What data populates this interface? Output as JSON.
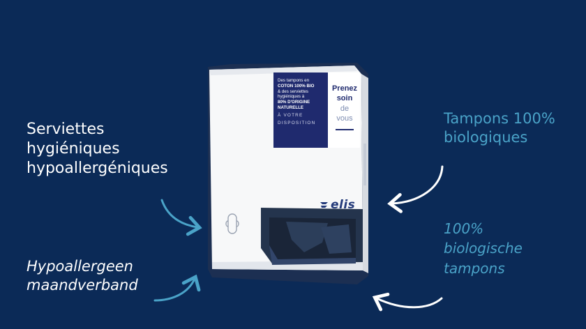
{
  "captions": {
    "top_left": [
      "Serviettes",
      "hygiéniques",
      "hypoallergéniques"
    ],
    "bottom_left": [
      "Hypoallergeen",
      "maandverband"
    ],
    "top_right": [
      "Tampons 100%",
      "biologiques"
    ],
    "bottom_right": [
      "100%",
      "biologische",
      "tampons"
    ]
  },
  "panel": {
    "line1": "Des tampons en",
    "line2": "COTON 100% BIO",
    "line3": "& des serviettes",
    "line4": "hygiéniques à",
    "line5": "80% D'ORIGINE",
    "line6": "NATURELLE",
    "line7": "À VOTRE",
    "line8": "DISPOSITION",
    "word1": "Prenez",
    "word2": "soin",
    "word3": "de",
    "word4": "vous"
  },
  "brand": "elis",
  "colors": {
    "background": "#0b2a57",
    "caption_white": "#ffffff",
    "caption_blue": "#4aa3c8",
    "panel_navy": "#1f2a6e"
  },
  "icons": [
    "arrow-icon",
    "pad-icon",
    "brand-logo-icon"
  ]
}
